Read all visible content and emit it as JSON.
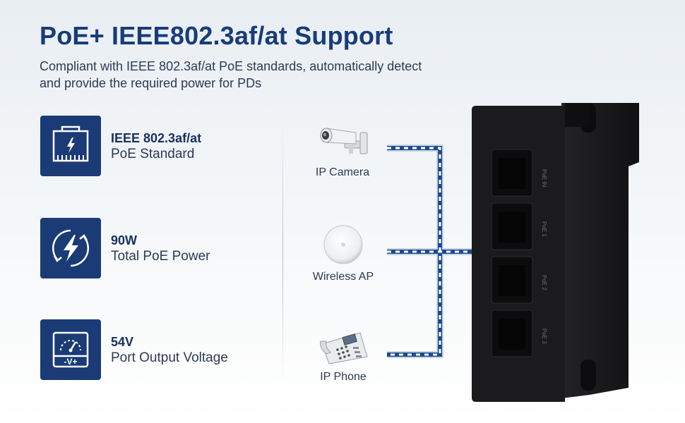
{
  "header": {
    "title": "PoE+ IEEE802.3af/at Support",
    "subtitle": "Compliant with IEEE 802.3af/at PoE standards, automatically detect and provide the required power for PDs"
  },
  "features": [
    {
      "title": "IEEE 802.3af/at",
      "subtitle": "PoE Standard",
      "icon": "ethernet-port-icon"
    },
    {
      "title": "90W",
      "subtitle": "Total PoE Power",
      "icon": "lightning-icon"
    },
    {
      "title": "54V",
      "subtitle": "Port Output Voltage",
      "icon": "voltmeter-icon"
    }
  ],
  "devices": [
    {
      "label": "IP Camera",
      "icon": "ip-camera-icon"
    },
    {
      "label": "Wireless AP",
      "icon": "wireless-ap-icon"
    },
    {
      "label": "IP Phone",
      "icon": "ip-phone-icon"
    }
  ],
  "switch": {
    "port_labels": [
      "PoE IN",
      "PoE 1",
      "PoE 2",
      "PoE 3"
    ]
  },
  "colors": {
    "accent": "#1a3b75",
    "title": "#173c7a",
    "cable_blue": "#1c4b8c",
    "cable_light": "#b9c9dd",
    "device_body": "#1b1b1d"
  }
}
